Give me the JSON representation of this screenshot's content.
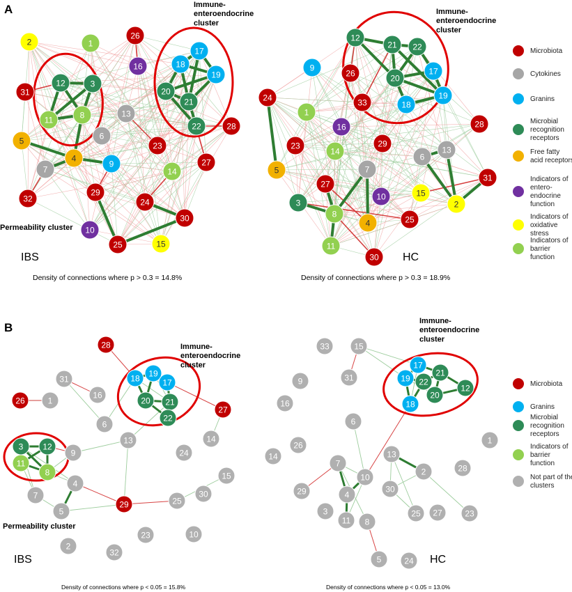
{
  "colors": {
    "microbiota": "#c00000",
    "cytokines": "#a6a6a6",
    "granins": "#00b0f0",
    "mrr": "#2e8b57",
    "ffar": "#f2b100",
    "entero": "#7030a0",
    "oxidative": "#ffff00",
    "barrier": "#92d050",
    "notpart": "#b0b0b0",
    "edge_pos": "#2e7d32",
    "edge_neg": "#d32f2f",
    "edge_light_pos": "#9ccc9c",
    "edge_light_neg": "#f0a0a0",
    "highlight": "#e00000"
  },
  "panelA": {
    "label": "A",
    "ibs": {
      "group_label": "IBS",
      "density": "Density of connections where p > 0.3 = 14.8%",
      "cluster1": "Immune-\nenteroendocrine\ncluster",
      "cluster2": "Permeability cluster"
    },
    "hc": {
      "group_label": "HC",
      "density": "Density of connections where p > 0.3 = 18.9%",
      "cluster1": "Immune-\nenteroendocrine\ncluster"
    },
    "legend": [
      {
        "key": "microbiota",
        "label": "Microbiota"
      },
      {
        "key": "cytokines",
        "label": "Cytokines"
      },
      {
        "key": "granins",
        "label": "Granins"
      },
      {
        "key": "mrr",
        "label": "Microbial\nrecognition\nreceptors"
      },
      {
        "key": "ffar",
        "label": "Free fatty\nacid receptors"
      },
      {
        "key": "entero",
        "label": "Indicators of\nentero-\nendocrine\nfunction"
      },
      {
        "key": "oxidative",
        "label": "Indicators of\noxidative\nstress"
      },
      {
        "key": "barrier",
        "label": "Indicators of\nbarrier\nfunction"
      }
    ]
  },
  "panelB": {
    "label": "B",
    "ibs": {
      "group_label": "IBS",
      "density": "Density of connections where p < 0.05 = 15.8%",
      "cluster1": "Immune-\nenteroendocrine\ncluster",
      "cluster2": "Permeability cluster"
    },
    "hc": {
      "group_label": "HC",
      "density": "Density of connections where p < 0.05 = 13.0%",
      "cluster1": "Immune-\nenteroendocrine\ncluster"
    },
    "legend": [
      {
        "key": "microbiota",
        "label": "Microbiota"
      },
      {
        "key": "granins",
        "label": "Granins"
      },
      {
        "key": "mrr",
        "label": "Microbial\nrecognition\nreceptors"
      },
      {
        "key": "barrier",
        "label": "Indicators of\nbarrier\nfunction"
      },
      {
        "key": "notpart",
        "label": "Not part of the\nclusters"
      }
    ]
  },
  "networks": {
    "A_IBS": {
      "nodes": [
        {
          "id": "2",
          "cat": "oxidative"
        },
        {
          "id": "1",
          "cat": "barrier"
        },
        {
          "id": "26",
          "cat": "microbiota"
        },
        {
          "id": "16",
          "cat": "entero"
        },
        {
          "id": "17",
          "cat": "granins"
        },
        {
          "id": "18",
          "cat": "granins"
        },
        {
          "id": "19",
          "cat": "granins"
        },
        {
          "id": "20",
          "cat": "mrr"
        },
        {
          "id": "21",
          "cat": "mrr"
        },
        {
          "id": "22",
          "cat": "mrr"
        },
        {
          "id": "28",
          "cat": "microbiota"
        },
        {
          "id": "31",
          "cat": "microbiota"
        },
        {
          "id": "12",
          "cat": "mrr"
        },
        {
          "id": "3",
          "cat": "mrr"
        },
        {
          "id": "11",
          "cat": "barrier"
        },
        {
          "id": "8",
          "cat": "barrier"
        },
        {
          "id": "13",
          "cat": "cytokines"
        },
        {
          "id": "6",
          "cat": "cytokines"
        },
        {
          "id": "5",
          "cat": "ffar"
        },
        {
          "id": "4",
          "cat": "ffar"
        },
        {
          "id": "9",
          "cat": "granins"
        },
        {
          "id": "7",
          "cat": "cytokines"
        },
        {
          "id": "23",
          "cat": "microbiota"
        },
        {
          "id": "27",
          "cat": "microbiota"
        },
        {
          "id": "14",
          "cat": "barrier"
        },
        {
          "id": "29",
          "cat": "microbiota"
        },
        {
          "id": "24",
          "cat": "microbiota"
        },
        {
          "id": "32",
          "cat": "microbiota"
        },
        {
          "id": "30",
          "cat": "microbiota"
        },
        {
          "id": "10",
          "cat": "entero"
        },
        {
          "id": "25",
          "cat": "microbiota"
        },
        {
          "id": "15",
          "cat": "oxidative"
        }
      ],
      "strong_edges": [
        [
          "12",
          "3"
        ],
        [
          "12",
          "11"
        ],
        [
          "12",
          "8"
        ],
        [
          "3",
          "11"
        ],
        [
          "3",
          "8"
        ],
        [
          "11",
          "8"
        ],
        [
          "18",
          "17"
        ],
        [
          "18",
          "19"
        ],
        [
          "18",
          "20"
        ],
        [
          "18",
          "21"
        ],
        [
          "17",
          "19"
        ],
        [
          "17",
          "21"
        ],
        [
          "19",
          "20"
        ],
        [
          "19",
          "21"
        ],
        [
          "20",
          "21"
        ],
        [
          "20",
          "22"
        ],
        [
          "21",
          "22"
        ],
        [
          "4",
          "8"
        ],
        [
          "4",
          "9"
        ],
        [
          "5",
          "4"
        ],
        [
          "7",
          "4"
        ],
        [
          "25",
          "30"
        ],
        [
          "24",
          "30"
        ],
        [
          "29",
          "25"
        ]
      ],
      "neg_edges": [
        [
          "26",
          "16"
        ],
        [
          "31",
          "12"
        ],
        [
          "28",
          "22"
        ],
        [
          "23",
          "13"
        ],
        [
          "24",
          "14"
        ],
        [
          "27",
          "21"
        ],
        [
          "32",
          "7"
        ],
        [
          "29",
          "9"
        ]
      ]
    },
    "A_HC": {
      "nodes": [
        {
          "id": "12",
          "cat": "mrr"
        },
        {
          "id": "21",
          "cat": "mrr"
        },
        {
          "id": "22",
          "cat": "mrr"
        },
        {
          "id": "9",
          "cat": "granins"
        },
        {
          "id": "26",
          "cat": "microbiota"
        },
        {
          "id": "20",
          "cat": "mrr"
        },
        {
          "id": "17",
          "cat": "granins"
        },
        {
          "id": "19",
          "cat": "granins"
        },
        {
          "id": "18",
          "cat": "granins"
        },
        {
          "id": "24",
          "cat": "microbiota"
        },
        {
          "id": "33",
          "cat": "microbiota"
        },
        {
          "id": "1",
          "cat": "barrier"
        },
        {
          "id": "16",
          "cat": "entero"
        },
        {
          "id": "28",
          "cat": "microbiota"
        },
        {
          "id": "23",
          "cat": "microbiota"
        },
        {
          "id": "14",
          "cat": "barrier"
        },
        {
          "id": "29",
          "cat": "microbiota"
        },
        {
          "id": "6",
          "cat": "cytokines"
        },
        {
          "id": "13",
          "cat": "cytokines"
        },
        {
          "id": "5",
          "cat": "ffar"
        },
        {
          "id": "7",
          "cat": "cytokines"
        },
        {
          "id": "31",
          "cat": "microbiota"
        },
        {
          "id": "27",
          "cat": "microbiota"
        },
        {
          "id": "10",
          "cat": "entero"
        },
        {
          "id": "15",
          "cat": "oxidative"
        },
        {
          "id": "2",
          "cat": "oxidative"
        },
        {
          "id": "3",
          "cat": "mrr"
        },
        {
          "id": "8",
          "cat": "barrier"
        },
        {
          "id": "4",
          "cat": "ffar"
        },
        {
          "id": "25",
          "cat": "microbiota"
        },
        {
          "id": "11",
          "cat": "barrier"
        },
        {
          "id": "30",
          "cat": "microbiota"
        }
      ],
      "strong_edges": [
        [
          "12",
          "21"
        ],
        [
          "12",
          "20"
        ],
        [
          "21",
          "22"
        ],
        [
          "21",
          "20"
        ],
        [
          "22",
          "20"
        ],
        [
          "22",
          "17"
        ],
        [
          "20",
          "17"
        ],
        [
          "20",
          "18"
        ],
        [
          "17",
          "19"
        ],
        [
          "18",
          "19"
        ],
        [
          "20",
          "19"
        ],
        [
          "21",
          "19"
        ],
        [
          "6",
          "13"
        ],
        [
          "6",
          "2"
        ],
        [
          "13",
          "2"
        ],
        [
          "7",
          "8"
        ],
        [
          "8",
          "11"
        ],
        [
          "8",
          "3"
        ],
        [
          "27",
          "8"
        ],
        [
          "7",
          "4"
        ],
        [
          "2",
          "31"
        ],
        [
          "24",
          "5"
        ]
      ],
      "neg_edges": [
        [
          "15",
          "31"
        ],
        [
          "3",
          "25"
        ],
        [
          "27",
          "4"
        ],
        [
          "30",
          "8"
        ],
        [
          "26",
          "12"
        ],
        [
          "33",
          "21"
        ]
      ]
    },
    "B_IBS": {
      "nodes": [
        {
          "id": "28",
          "cat": "microbiota"
        },
        {
          "id": "18",
          "cat": "granins"
        },
        {
          "id": "19",
          "cat": "granins"
        },
        {
          "id": "17",
          "cat": "granins"
        },
        {
          "id": "20",
          "cat": "mrr"
        },
        {
          "id": "21",
          "cat": "mrr"
        },
        {
          "id": "22",
          "cat": "mrr"
        },
        {
          "id": "31",
          "cat": "notpart"
        },
        {
          "id": "26",
          "cat": "microbiota"
        },
        {
          "id": "1",
          "cat": "notpart"
        },
        {
          "id": "16",
          "cat": "notpart"
        },
        {
          "id": "27",
          "cat": "microbiota"
        },
        {
          "id": "6",
          "cat": "notpart"
        },
        {
          "id": "13",
          "cat": "notpart"
        },
        {
          "id": "14",
          "cat": "notpart"
        },
        {
          "id": "24",
          "cat": "notpart"
        },
        {
          "id": "3",
          "cat": "mrr"
        },
        {
          "id": "12",
          "cat": "mrr"
        },
        {
          "id": "9",
          "cat": "notpart"
        },
        {
          "id": "11",
          "cat": "barrier"
        },
        {
          "id": "8",
          "cat": "barrier"
        },
        {
          "id": "15",
          "cat": "notpart"
        },
        {
          "id": "4",
          "cat": "notpart"
        },
        {
          "id": "7",
          "cat": "notpart"
        },
        {
          "id": "30",
          "cat": "notpart"
        },
        {
          "id": "29",
          "cat": "microbiota"
        },
        {
          "id": "25",
          "cat": "notpart"
        },
        {
          "id": "5",
          "cat": "notpart"
        },
        {
          "id": "23",
          "cat": "notpart"
        },
        {
          "id": "10",
          "cat": "notpart"
        },
        {
          "id": "2",
          "cat": "notpart"
        },
        {
          "id": "32",
          "cat": "notpart"
        }
      ],
      "strong_edges": [
        [
          "3",
          "12"
        ],
        [
          "3",
          "11"
        ],
        [
          "3",
          "8"
        ],
        [
          "12",
          "11"
        ],
        [
          "12",
          "8"
        ],
        [
          "11",
          "8"
        ],
        [
          "18",
          "19"
        ],
        [
          "19",
          "17"
        ],
        [
          "20",
          "21"
        ],
        [
          "21",
          "22"
        ],
        [
          "20",
          "22"
        ],
        [
          "18",
          "20"
        ],
        [
          "17",
          "21"
        ],
        [
          "19",
          "20"
        ],
        [
          "4",
          "5"
        ]
      ],
      "neg_edges": [
        [
          "26",
          "1"
        ],
        [
          "28",
          "18"
        ],
        [
          "27",
          "17"
        ],
        [
          "29",
          "25"
        ],
        [
          "29",
          "4"
        ],
        [
          "31",
          "16"
        ],
        [
          "12",
          "9"
        ]
      ]
    },
    "B_HC": {
      "nodes": [
        {
          "id": "33",
          "cat": "notpart"
        },
        {
          "id": "15",
          "cat": "notpart"
        },
        {
          "id": "31",
          "cat": "notpart"
        },
        {
          "id": "9",
          "cat": "notpart"
        },
        {
          "id": "16",
          "cat": "notpart"
        },
        {
          "id": "17",
          "cat": "granins"
        },
        {
          "id": "21",
          "cat": "mrr"
        },
        {
          "id": "19",
          "cat": "granins"
        },
        {
          "id": "22",
          "cat": "mrr"
        },
        {
          "id": "12",
          "cat": "mrr"
        },
        {
          "id": "20",
          "cat": "mrr"
        },
        {
          "id": "18",
          "cat": "granins"
        },
        {
          "id": "6",
          "cat": "notpart"
        },
        {
          "id": "1",
          "cat": "notpart"
        },
        {
          "id": "26",
          "cat": "notpart"
        },
        {
          "id": "14",
          "cat": "notpart"
        },
        {
          "id": "13",
          "cat": "notpart"
        },
        {
          "id": "7",
          "cat": "notpart"
        },
        {
          "id": "2",
          "cat": "notpart"
        },
        {
          "id": "28",
          "cat": "notpart"
        },
        {
          "id": "10",
          "cat": "notpart"
        },
        {
          "id": "29",
          "cat": "notpart"
        },
        {
          "id": "30",
          "cat": "notpart"
        },
        {
          "id": "4",
          "cat": "notpart"
        },
        {
          "id": "3",
          "cat": "notpart"
        },
        {
          "id": "11",
          "cat": "notpart"
        },
        {
          "id": "8",
          "cat": "notpart"
        },
        {
          "id": "25",
          "cat": "notpart"
        },
        {
          "id": "27",
          "cat": "notpart"
        },
        {
          "id": "23",
          "cat": "notpart"
        },
        {
          "id": "5",
          "cat": "notpart"
        },
        {
          "id": "24",
          "cat": "notpart"
        }
      ],
      "strong_edges": [
        [
          "17",
          "21"
        ],
        [
          "17",
          "19"
        ],
        [
          "19",
          "22"
        ],
        [
          "22",
          "21"
        ],
        [
          "22",
          "20"
        ],
        [
          "21",
          "20"
        ],
        [
          "20",
          "12"
        ],
        [
          "21",
          "12"
        ],
        [
          "19",
          "18"
        ],
        [
          "22",
          "18"
        ],
        [
          "13",
          "2"
        ],
        [
          "4",
          "11"
        ],
        [
          "10",
          "4"
        ],
        [
          "7",
          "4"
        ]
      ],
      "neg_edges": [
        [
          "7",
          "29"
        ],
        [
          "10",
          "18"
        ],
        [
          "5",
          "8"
        ],
        [
          "31",
          "15"
        ]
      ]
    }
  }
}
